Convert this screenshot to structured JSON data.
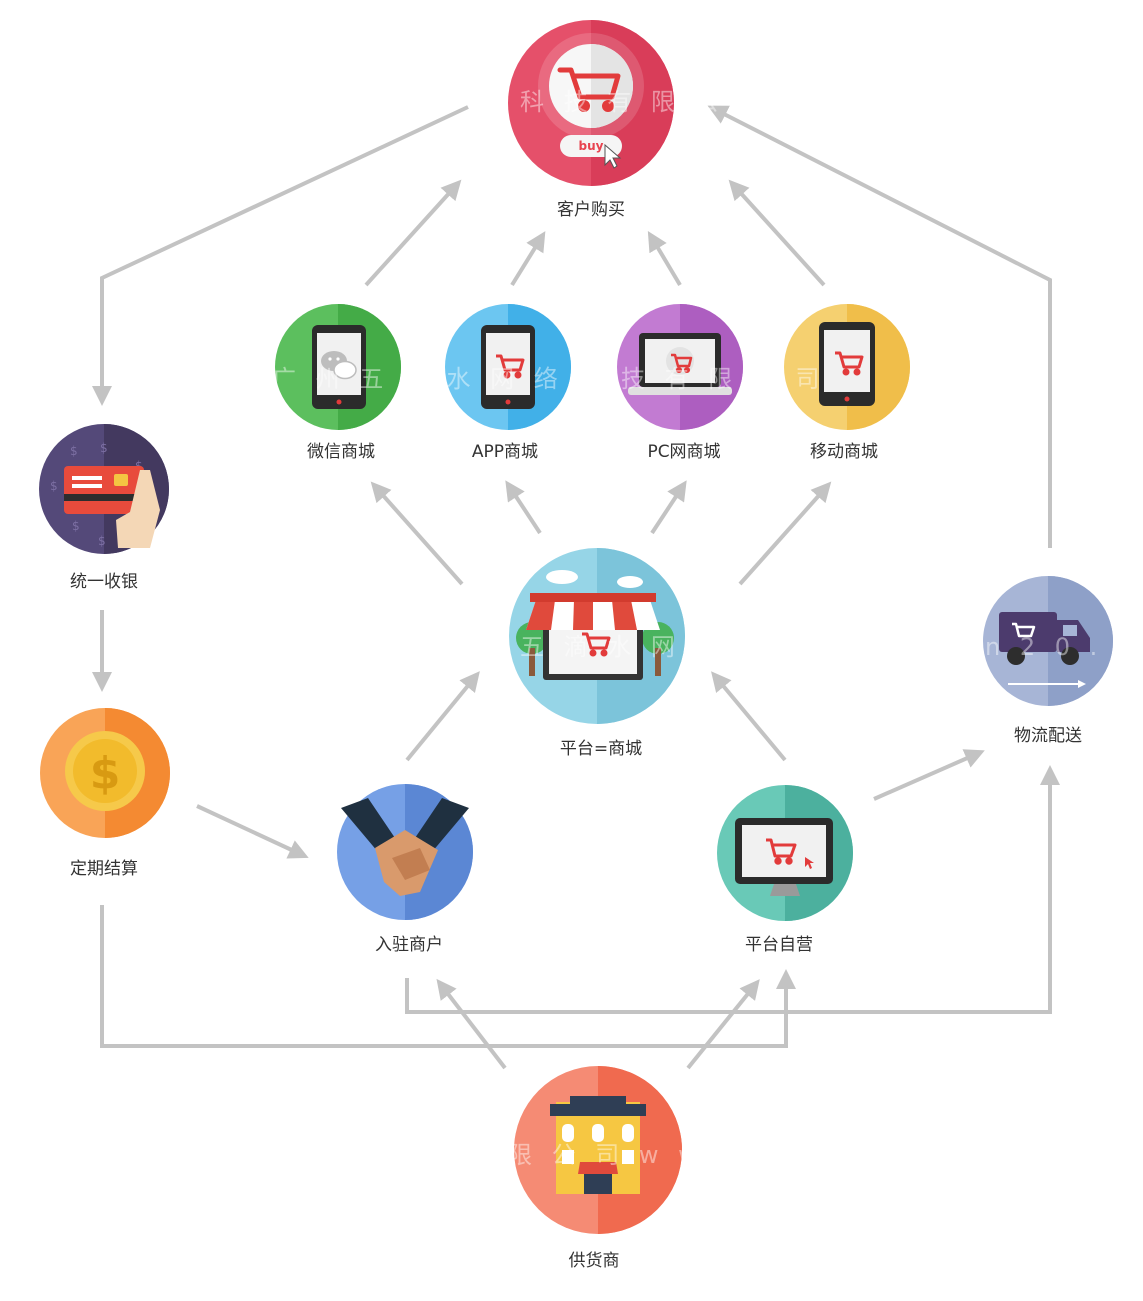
{
  "nodes": {
    "customer": "客户购买",
    "wechat": "微信商城",
    "app": "APP商城",
    "pc": "PC网商城",
    "mobile": "移动商城",
    "cashier": "统一收银",
    "platform": "平台=商城",
    "logistics": "物流配送",
    "settlement": "定期结算",
    "merchant": "入驻商户",
    "self_run": "平台自营",
    "supplier": "供货商"
  },
  "buy_button": "buy",
  "watermarks": [
    "广 州 五 滴 水 网 络 科 技 有 限 公 司",
    "科 技 有 限 公 司",
    "五 滴 水 网 络 科",
    "限 公 司 w w w",
    "n 2 0 . c o m"
  ],
  "colors": {
    "connector": "#c3c3c3",
    "label": "#333333",
    "customer": "#e5506a",
    "wechat": "#4cb34f",
    "app": "#4bb5ea",
    "pc": "#b865c9",
    "mobile": "#f3c455",
    "cashier": "#4d4270",
    "platform": "#7cc8df",
    "logistics": "#9aabd0",
    "settlement": "#f7923c",
    "merchant": "#6591dd",
    "self_run": "#52bca8",
    "supplier": "#f2725a"
  }
}
